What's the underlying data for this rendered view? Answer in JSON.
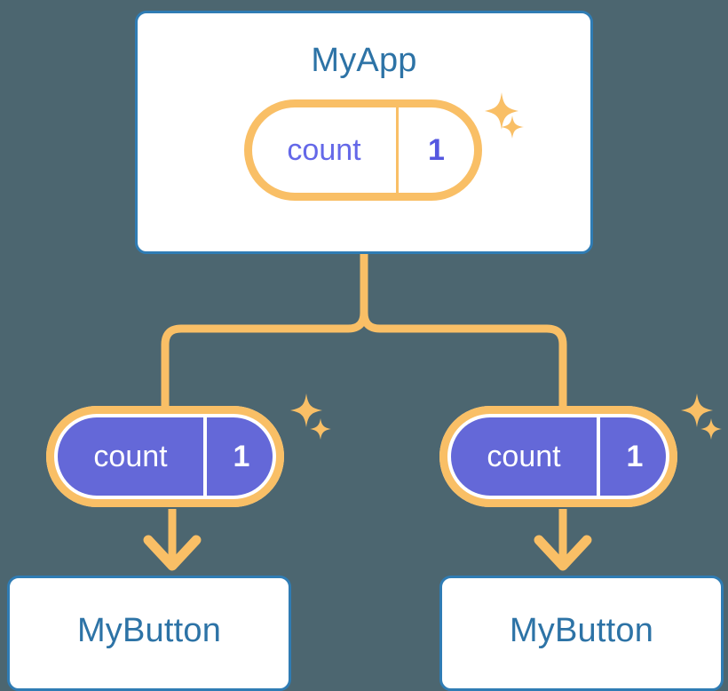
{
  "diagram": {
    "title": "MyApp component tree with shared count state",
    "background_color": "#4c6670"
  },
  "colors": {
    "background": "#4c6670",
    "card_border": "#2f7cb4",
    "card_text": "#2d73a6",
    "card_fill": "#ffffff",
    "pill_border": "#f9bf66",
    "pill_glow": "#fbdfb3",
    "pill_fill_solid": "#6468d8",
    "state_text_purple": "#6468e8",
    "state_text_white": "#ffffff",
    "wire": "#f9bf66",
    "sparkle": "#f9bf66"
  },
  "root": {
    "component_name": "MyApp",
    "state": {
      "key_label": "count",
      "value_label": "1",
      "variant": "outline",
      "sparkle_icons": [
        "sparkle-large-icon",
        "sparkle-small-icon"
      ]
    }
  },
  "children": [
    {
      "component_name": "MyButton",
      "state": {
        "key_label": "count",
        "value_label": "1",
        "variant": "filled",
        "sparkle_icons": [
          "sparkle-large-icon",
          "sparkle-small-icon"
        ]
      }
    },
    {
      "component_name": "MyButton",
      "state": {
        "key_label": "count",
        "value_label": "1",
        "variant": "filled",
        "sparkle_icons": [
          "sparkle-large-icon",
          "sparkle-small-icon"
        ]
      }
    }
  ],
  "connectors": {
    "trunk_icon": "vertical-connector-line",
    "branch_icon": "tee-branch-connector",
    "arrow_icon": "down-arrow-icon",
    "arrow_count": 2
  }
}
